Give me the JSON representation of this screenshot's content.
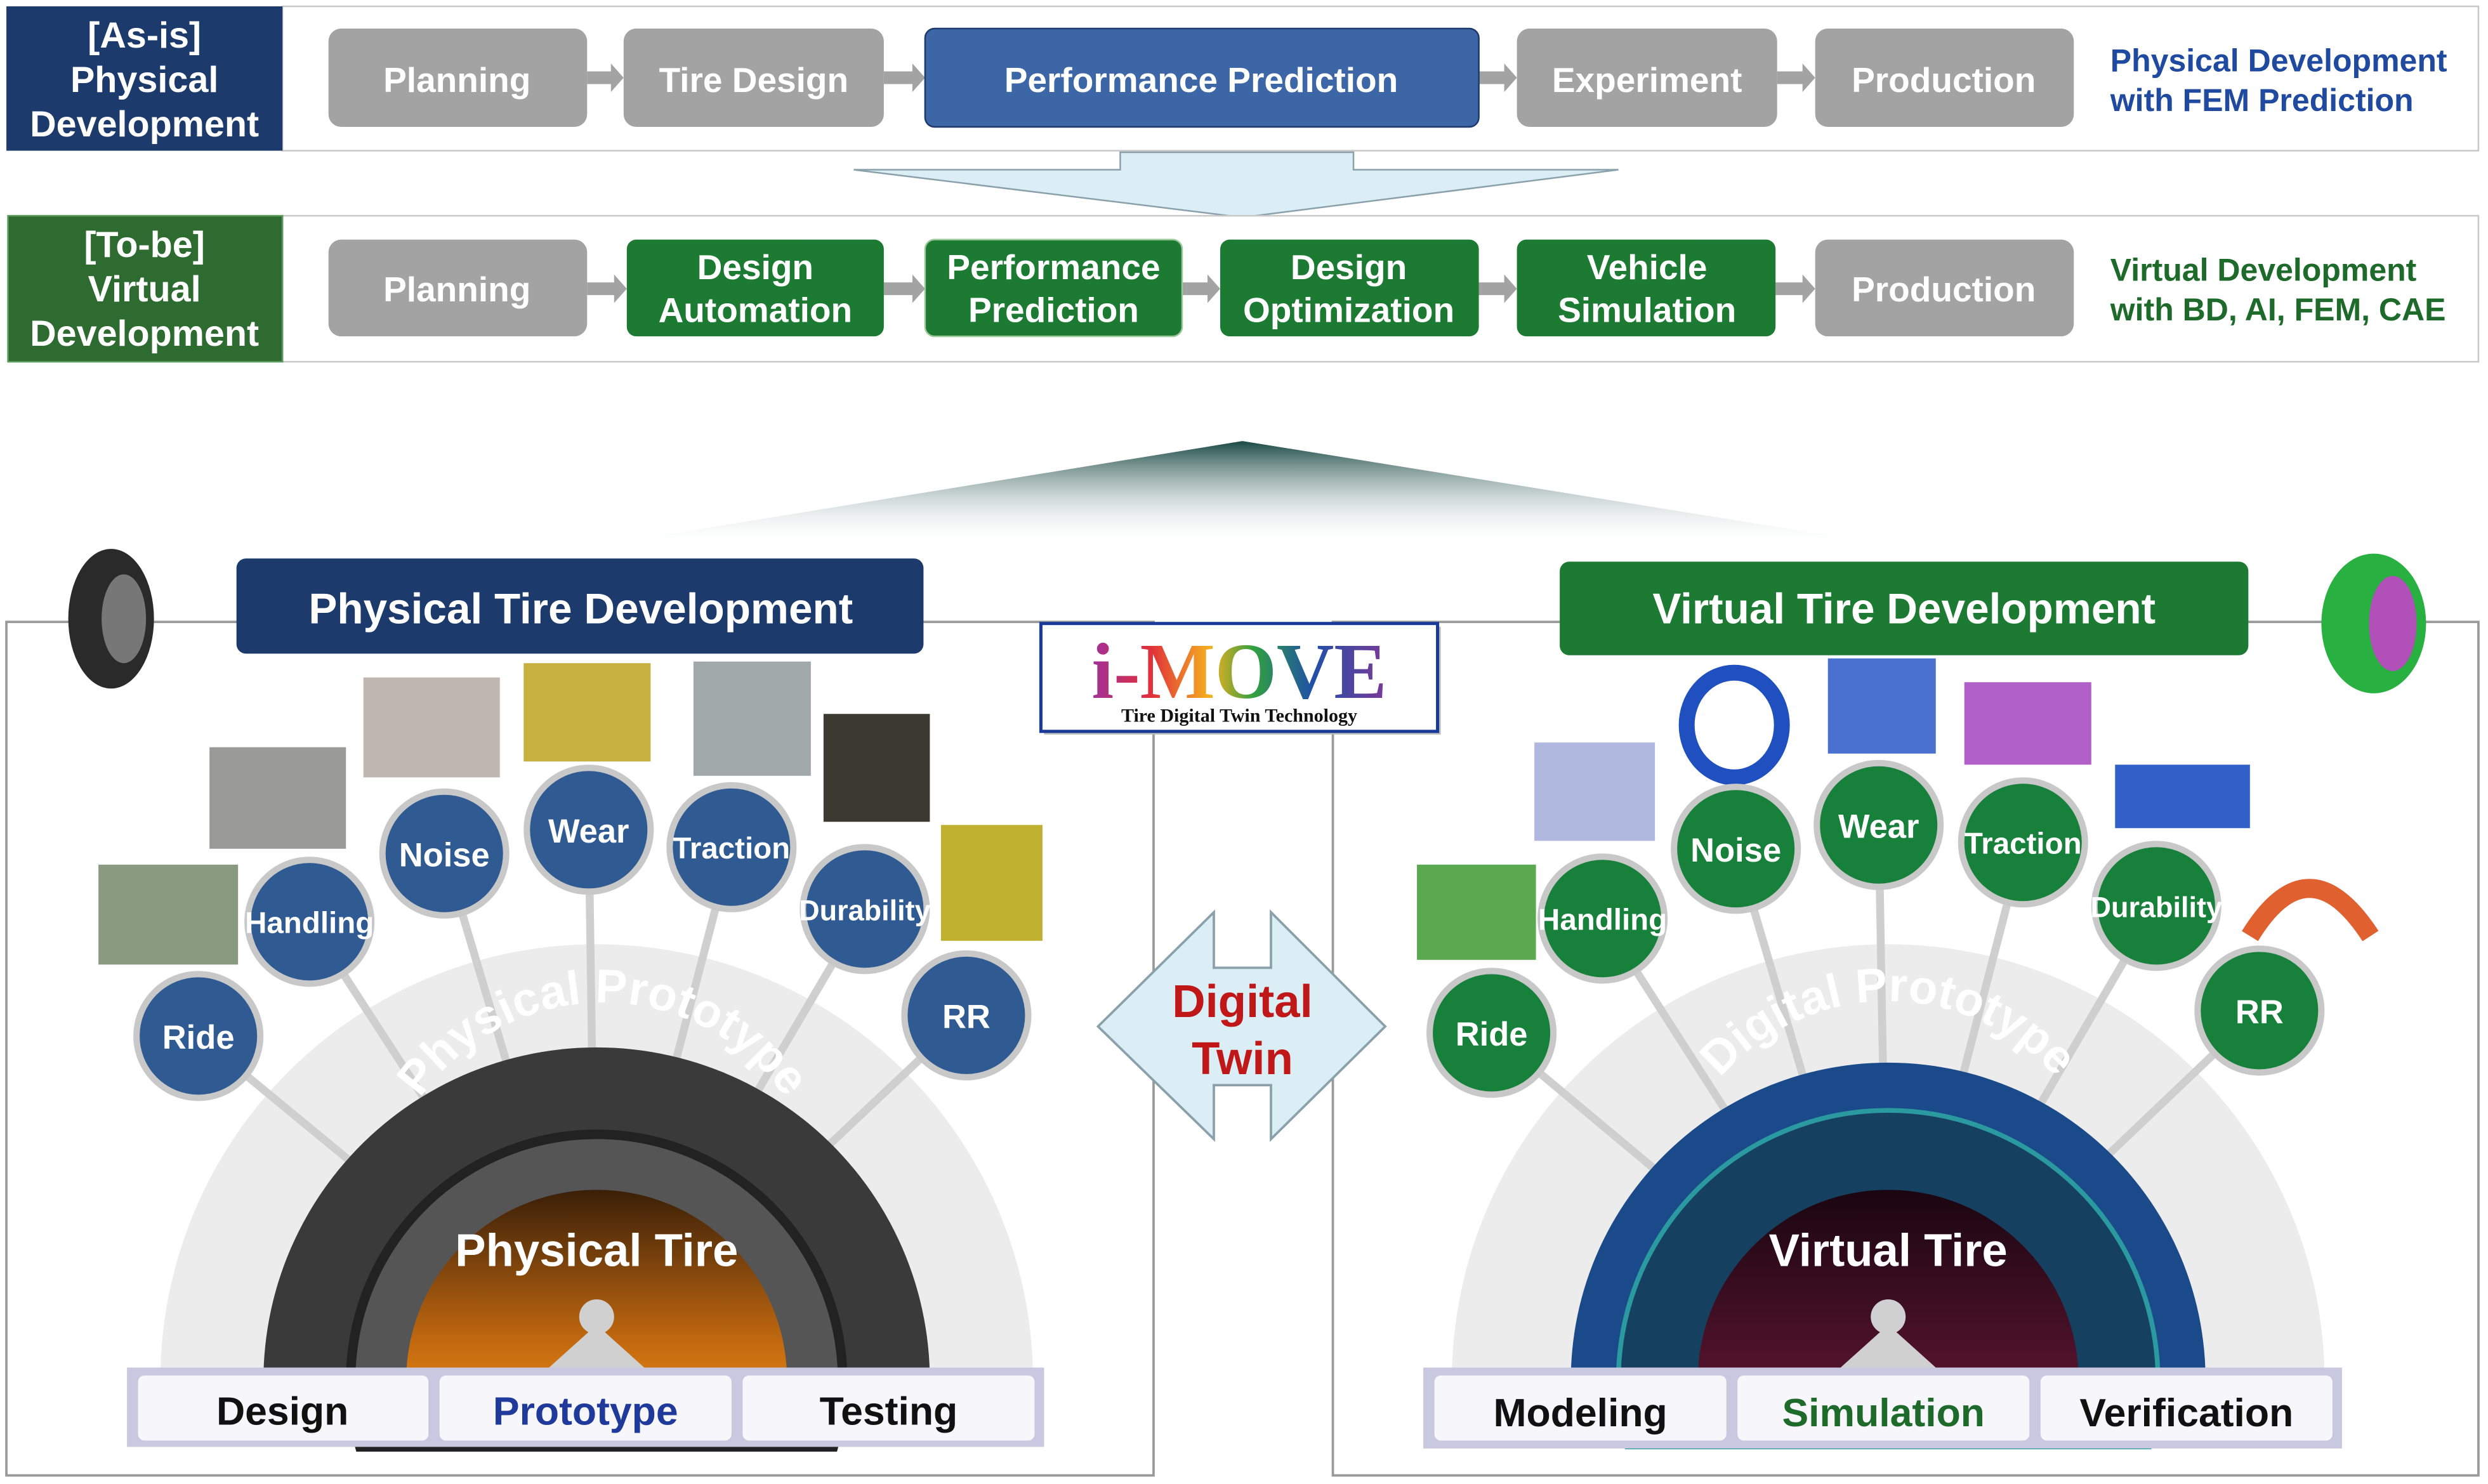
{
  "as_is": {
    "label": [
      "[As-is]",
      "Physical",
      "Development"
    ],
    "steps": [
      "Planning",
      "Tire Design",
      "Performance Prediction",
      "Experiment",
      "Production"
    ],
    "note": [
      "Physical Development",
      "with FEM Prediction"
    ]
  },
  "to_be": {
    "label": [
      "[To-be]",
      "Virtual",
      "Development"
    ],
    "steps": [
      [
        "Planning"
      ],
      [
        "Design",
        "Automation"
      ],
      [
        "Performance",
        "Prediction"
      ],
      [
        "Design",
        "Optimization"
      ],
      [
        "Vehicle",
        "Simulation"
      ],
      [
        "Production"
      ]
    ],
    "note": [
      "Virtual Development",
      "with BD, AI, FEM, CAE"
    ]
  },
  "logo": {
    "title": "i-MOVE",
    "subtitle": "Tire Digital Twin Technology"
  },
  "center": {
    "line1": "Digital",
    "line2": "Twin"
  },
  "physical": {
    "title": "Physical Tire Development",
    "arc_text": "Physical Prototype",
    "core": "Physical Tire",
    "attributes": [
      "Ride",
      "Handling",
      "Noise",
      "Wear",
      "Traction",
      "Durability",
      "RR"
    ],
    "stages": [
      "Design",
      "Prototype",
      "Testing"
    ]
  },
  "virtual": {
    "title": "Virtual Tire Development",
    "arc_text": "Digital Prototype",
    "core": "Virtual Tire",
    "attributes": [
      "Ride",
      "Handling",
      "Noise",
      "Wear",
      "Traction",
      "Durability",
      "RR"
    ],
    "stages": [
      "Modeling",
      "Simulation",
      "Verification"
    ]
  },
  "colors": {
    "navy": "#1c3a6b",
    "blue_step": "#3c66a6",
    "green": "#1d7a33",
    "grey_step": "#a3a3a3",
    "circle_blue": "#2f5a92",
    "circle_green": "#17803a"
  }
}
